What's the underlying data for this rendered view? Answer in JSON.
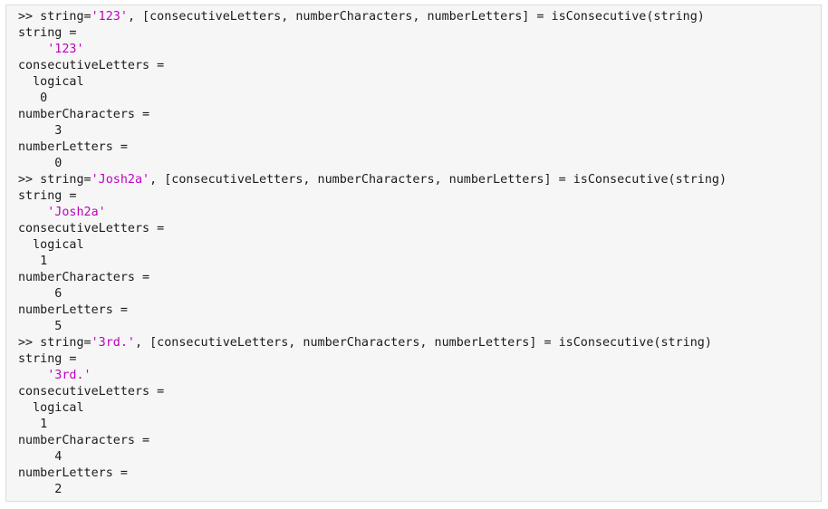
{
  "window": {
    "app": "MATLAB Command Window",
    "prompt_symbol": ">>",
    "background_color": "#f6f6f6",
    "border_color": "#dcdcdc",
    "text_color": "#1b1b1b",
    "string_literal_color": "#c000c0"
  },
  "session": {
    "function_name": "isConsecutive",
    "output_variables": [
      "consecutiveLetters",
      "numberCharacters",
      "numberLetters"
    ],
    "lines": [
      {
        "id": "l01",
        "kind": "command",
        "segments": [
          {
            "text": ">> string=",
            "type": "plain"
          },
          {
            "text": "'123'",
            "type": "str"
          },
          {
            "text": ", [consecutiveLetters, numberCharacters, numberLetters] = isConsecutive(string)",
            "type": "plain"
          }
        ]
      },
      {
        "id": "l02",
        "kind": "output",
        "segments": [
          {
            "text": "string =",
            "type": "plain"
          }
        ]
      },
      {
        "id": "l03",
        "kind": "value",
        "segments": [
          {
            "text": "    ",
            "type": "plain"
          },
          {
            "text": "'123'",
            "type": "str"
          }
        ]
      },
      {
        "id": "l04",
        "kind": "output",
        "segments": [
          {
            "text": "consecutiveLetters =",
            "type": "plain"
          }
        ]
      },
      {
        "id": "l05",
        "kind": "type",
        "segments": [
          {
            "text": "  logical",
            "type": "plain"
          }
        ]
      },
      {
        "id": "l06",
        "kind": "value",
        "segments": [
          {
            "text": "   0",
            "type": "plain"
          }
        ]
      },
      {
        "id": "l07",
        "kind": "output",
        "segments": [
          {
            "text": "numberCharacters =",
            "type": "plain"
          }
        ]
      },
      {
        "id": "l08",
        "kind": "value",
        "segments": [
          {
            "text": "     3",
            "type": "plain"
          }
        ]
      },
      {
        "id": "l09",
        "kind": "output",
        "segments": [
          {
            "text": "numberLetters =",
            "type": "plain"
          }
        ]
      },
      {
        "id": "l10",
        "kind": "value",
        "segments": [
          {
            "text": "     0",
            "type": "plain"
          }
        ]
      },
      {
        "id": "l11",
        "kind": "command",
        "segments": [
          {
            "text": ">> string=",
            "type": "plain"
          },
          {
            "text": "'Josh2a'",
            "type": "str"
          },
          {
            "text": ", [consecutiveLetters, numberCharacters, numberLetters] = isConsecutive(string)",
            "type": "plain"
          }
        ]
      },
      {
        "id": "l12",
        "kind": "output",
        "segments": [
          {
            "text": "string =",
            "type": "plain"
          }
        ]
      },
      {
        "id": "l13",
        "kind": "value",
        "segments": [
          {
            "text": "    ",
            "type": "plain"
          },
          {
            "text": "'Josh2a'",
            "type": "str"
          }
        ]
      },
      {
        "id": "l14",
        "kind": "output",
        "segments": [
          {
            "text": "consecutiveLetters =",
            "type": "plain"
          }
        ]
      },
      {
        "id": "l15",
        "kind": "type",
        "segments": [
          {
            "text": "  logical",
            "type": "plain"
          }
        ]
      },
      {
        "id": "l16",
        "kind": "value",
        "segments": [
          {
            "text": "   1",
            "type": "plain"
          }
        ]
      },
      {
        "id": "l17",
        "kind": "output",
        "segments": [
          {
            "text": "numberCharacters =",
            "type": "plain"
          }
        ]
      },
      {
        "id": "l18",
        "kind": "value",
        "segments": [
          {
            "text": "     6",
            "type": "plain"
          }
        ]
      },
      {
        "id": "l19",
        "kind": "output",
        "segments": [
          {
            "text": "numberLetters =",
            "type": "plain"
          }
        ]
      },
      {
        "id": "l20",
        "kind": "value",
        "segments": [
          {
            "text": "     5",
            "type": "plain"
          }
        ]
      },
      {
        "id": "l21",
        "kind": "command",
        "segments": [
          {
            "text": ">> string=",
            "type": "plain"
          },
          {
            "text": "'3rd.'",
            "type": "str"
          },
          {
            "text": ", [consecutiveLetters, numberCharacters, numberLetters] = isConsecutive(string)",
            "type": "plain"
          }
        ]
      },
      {
        "id": "l22",
        "kind": "output",
        "segments": [
          {
            "text": "string =",
            "type": "plain"
          }
        ]
      },
      {
        "id": "l23",
        "kind": "value",
        "segments": [
          {
            "text": "    ",
            "type": "plain"
          },
          {
            "text": "'3rd.'",
            "type": "str"
          }
        ]
      },
      {
        "id": "l24",
        "kind": "output",
        "segments": [
          {
            "text": "consecutiveLetters =",
            "type": "plain"
          }
        ]
      },
      {
        "id": "l25",
        "kind": "type",
        "segments": [
          {
            "text": "  logical",
            "type": "plain"
          }
        ]
      },
      {
        "id": "l26",
        "kind": "value",
        "segments": [
          {
            "text": "   1",
            "type": "plain"
          }
        ]
      },
      {
        "id": "l27",
        "kind": "output",
        "segments": [
          {
            "text": "numberCharacters =",
            "type": "plain"
          }
        ]
      },
      {
        "id": "l28",
        "kind": "value",
        "segments": [
          {
            "text": "     4",
            "type": "plain"
          }
        ]
      },
      {
        "id": "l29",
        "kind": "output",
        "segments": [
          {
            "text": "numberLetters =",
            "type": "plain"
          }
        ]
      },
      {
        "id": "l30",
        "kind": "value",
        "segments": [
          {
            "text": "     2",
            "type": "plain"
          }
        ]
      }
    ],
    "results": [
      {
        "input": "'123'",
        "consecutiveLetters": 0,
        "numberCharacters": 3,
        "numberLetters": 0
      },
      {
        "input": "'Josh2a'",
        "consecutiveLetters": 1,
        "numberCharacters": 6,
        "numberLetters": 5
      },
      {
        "input": "'3rd.'",
        "consecutiveLetters": 1,
        "numberCharacters": 4,
        "numberLetters": 2
      }
    ]
  }
}
